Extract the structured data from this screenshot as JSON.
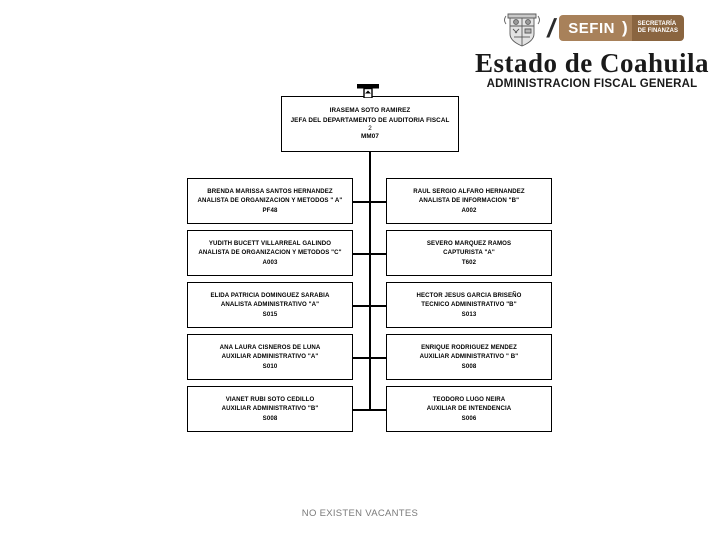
{
  "header": {
    "crest_icon": "coahuila-coat-of-arms-icon",
    "slash": "/",
    "sefin_brand": "SEFIN",
    "sefin_paren": ")",
    "sefin_sub_line1": "SECRETARÍA",
    "sefin_sub_line2": "DE FINANZAS",
    "state_title": "Estado de Coahuila",
    "department": "ADMINISTRACION FISCAL GENERAL",
    "brand_color": "#a8815a",
    "brand_color_dark": "#8a6540"
  },
  "chart_data": {
    "type": "diagram",
    "title": "Estructura organizacional - Departamento de Auditoria Fiscal",
    "root": {
      "name": "IRASEMA SOTO RAMIREZ",
      "title": "JEFA DEL DEPARTAMENTO DE AUDITORIA FISCAL",
      "number": "2",
      "code": "MM07"
    },
    "left_column": [
      {
        "name": "BRENDA MARISSA SANTOS HERNANDEZ",
        "title": "ANALISTA DE ORGANIZACION Y METODOS \" A\"",
        "code": "PF48"
      },
      {
        "name": "YUDITH BUCETT VILLARREAL GALINDO",
        "title": "ANALISTA DE ORGANIZACION Y METODOS \"C\"",
        "code": "A003"
      },
      {
        "name": "ELIDA PATRICIA DOMINGUEZ SARABIA",
        "title": "ANALISTA  ADMINISTRATIVO \"A\"",
        "code": "S015"
      },
      {
        "name": "ANA LAURA CISNEROS DE LUNA",
        "title": "AUXILIAR ADMINISTRATIVO \"A\"",
        "code": "S010"
      },
      {
        "name": "VIANET RUBI SOTO CEDILLO",
        "title": "AUXILIAR ADMINISTRATIVO \"B\"",
        "code": "S008"
      }
    ],
    "right_column": [
      {
        "name": "RAUL SERGIO ALFARO HERNANDEZ",
        "title": "ANALISTA DE INFORMACION \"B\"",
        "code": "A002"
      },
      {
        "name": "SEVERO MARQUEZ RAMOS",
        "title": "CAPTURISTA \"A\"",
        "code": "T602"
      },
      {
        "name": "HECTOR JESUS GARCIA BRISEÑO",
        "title": "TECNICO ADMINISTRATIVO \"B\"",
        "code": "S013"
      },
      {
        "name": "ENRIQUE RODRIGUEZ MENDEZ",
        "title": "AUXILIAR ADMINISTRATIVO \" B\"",
        "code": "S008"
      },
      {
        "name": "TEODORO LUGO NEIRA",
        "title": "AUXILIAR DE INTENDENCIA",
        "code": "S006"
      }
    ]
  },
  "footer": {
    "note": "NO EXISTEN VACANTES"
  }
}
